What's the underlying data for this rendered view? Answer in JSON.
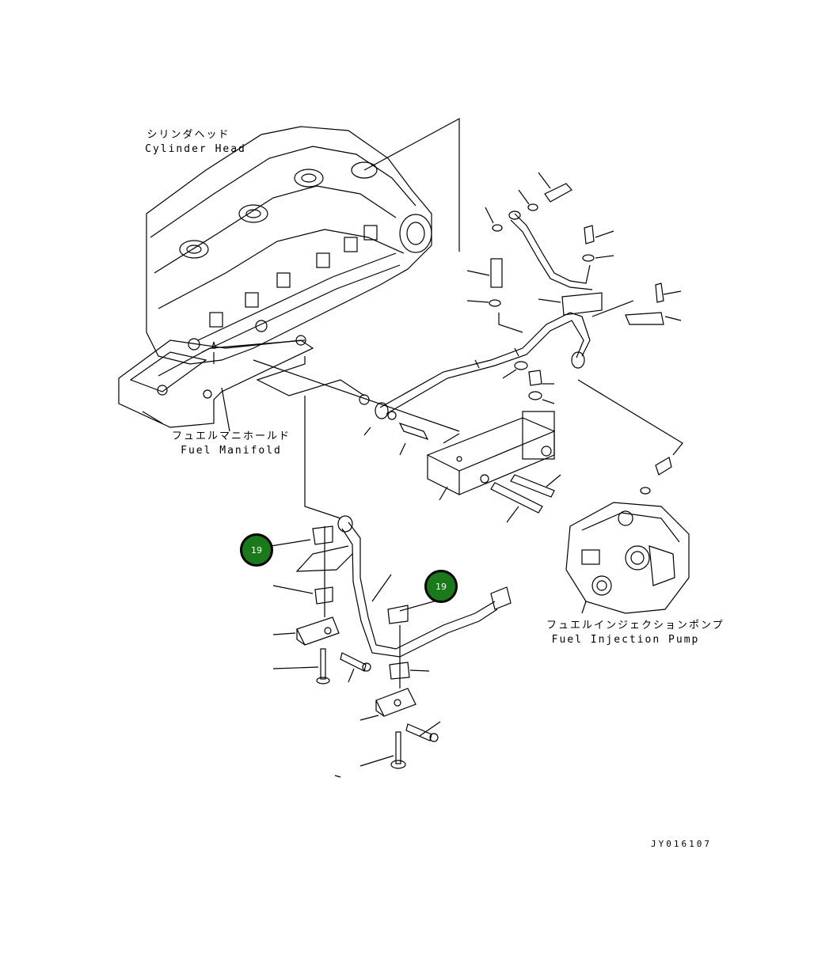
{
  "labels": {
    "cylinder_head_jp": "シリンダヘッド",
    "cylinder_head_en": "Cylinder Head",
    "fuel_manifold_jp": "フュエルマニホールド",
    "fuel_manifold_en": "Fuel Manifold",
    "injection_pump_jp": "フュエルインジェクションポンプ",
    "injection_pump_en": "Fuel Injection Pump"
  },
  "callouts": [
    {
      "id": "callout-1",
      "number": "19"
    },
    {
      "id": "callout-2",
      "number": "19"
    }
  ],
  "drawing_code": "JY016107"
}
